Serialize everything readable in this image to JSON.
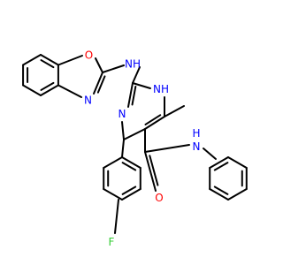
{
  "diagram": {
    "type": "chemical-structure",
    "colors": {
      "bond": "#000000",
      "nitrogen": "#0000ff",
      "oxygen": "#ff0000",
      "fluorine": "#33cc33",
      "carbon": "#000000"
    },
    "atom_labels": {
      "benzoxazole_O": "O",
      "benzoxazole_N": "N",
      "amine_NH": "NH",
      "ring_NH": "NH",
      "ring_N": "N",
      "amide_O": "O",
      "amide_NH": "N",
      "amide_H": "H",
      "fluorine": "F"
    }
  }
}
